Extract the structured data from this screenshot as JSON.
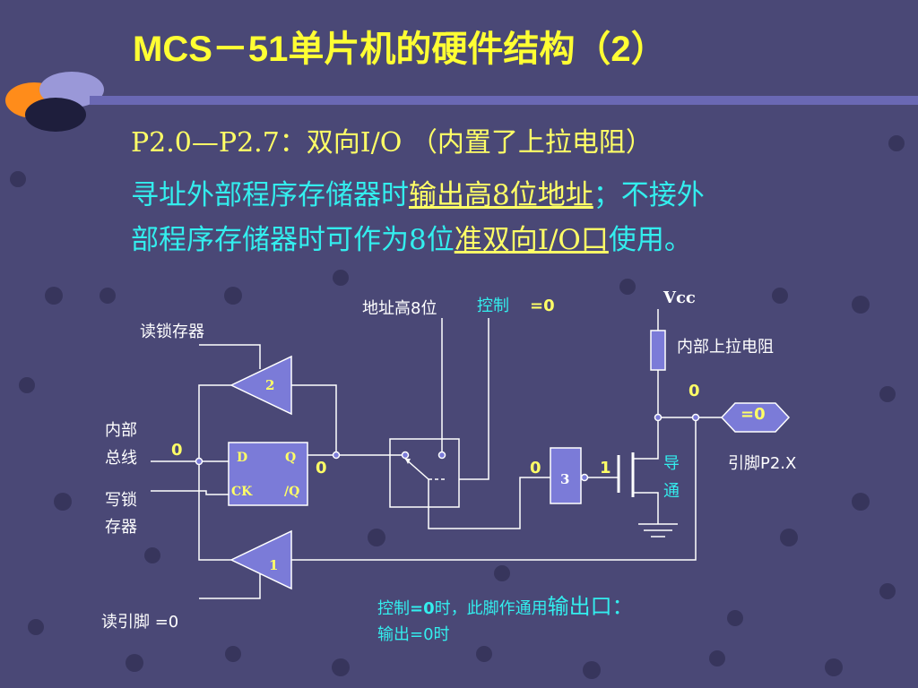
{
  "slide": {
    "title": "MCS－51单片机的硬件结构（2）",
    "line1": "P2.0—P2.7：双向I/O （内置了上拉电阻）",
    "line2_a": "寻址外部程序存储器时",
    "line2_b": "输出高8位地址",
    "line2_c": "；不接外",
    "line3_a": "部程序存储器时可作为8位",
    "line3_b": "准双向I/O口",
    "line3_c": "使用。"
  },
  "diagram": {
    "read_latch": "读锁存器",
    "internal_bus_1": "内部",
    "internal_bus_2": "总线",
    "write_latch_1": "写锁",
    "write_latch_2": "存器",
    "read_pin": "读引脚 =0",
    "addr_high8": "地址高8位",
    "control": "控制",
    "control_eq": "=0",
    "vcc": "Vcc",
    "pullup": "内部上拉电阻",
    "val_0_top": "0",
    "pin_eq": "=0",
    "pin_label": "引脚P2.X",
    "conduct_1": "导",
    "conduct_2": "通",
    "buf2": "2",
    "buf1": "1",
    "inv3": "3",
    "latch_d": "D",
    "latch_q": "Q",
    "latch_ck": "CK",
    "latch_nq": "/Q",
    "bus_0": "0",
    "q_0": "0",
    "inv_in_0": "0",
    "inv_out_1": "1"
  },
  "footer": {
    "b1_a": "控制",
    "b1_b": "=0",
    "b1_c": "时，此脚作通用",
    "b1_d": "输出口：",
    "b2": "输出=0时"
  },
  "colors": {
    "bg": "#4a4876",
    "title": "#ffff33",
    "accent": "#33eeee",
    "red": "#ff2020"
  }
}
